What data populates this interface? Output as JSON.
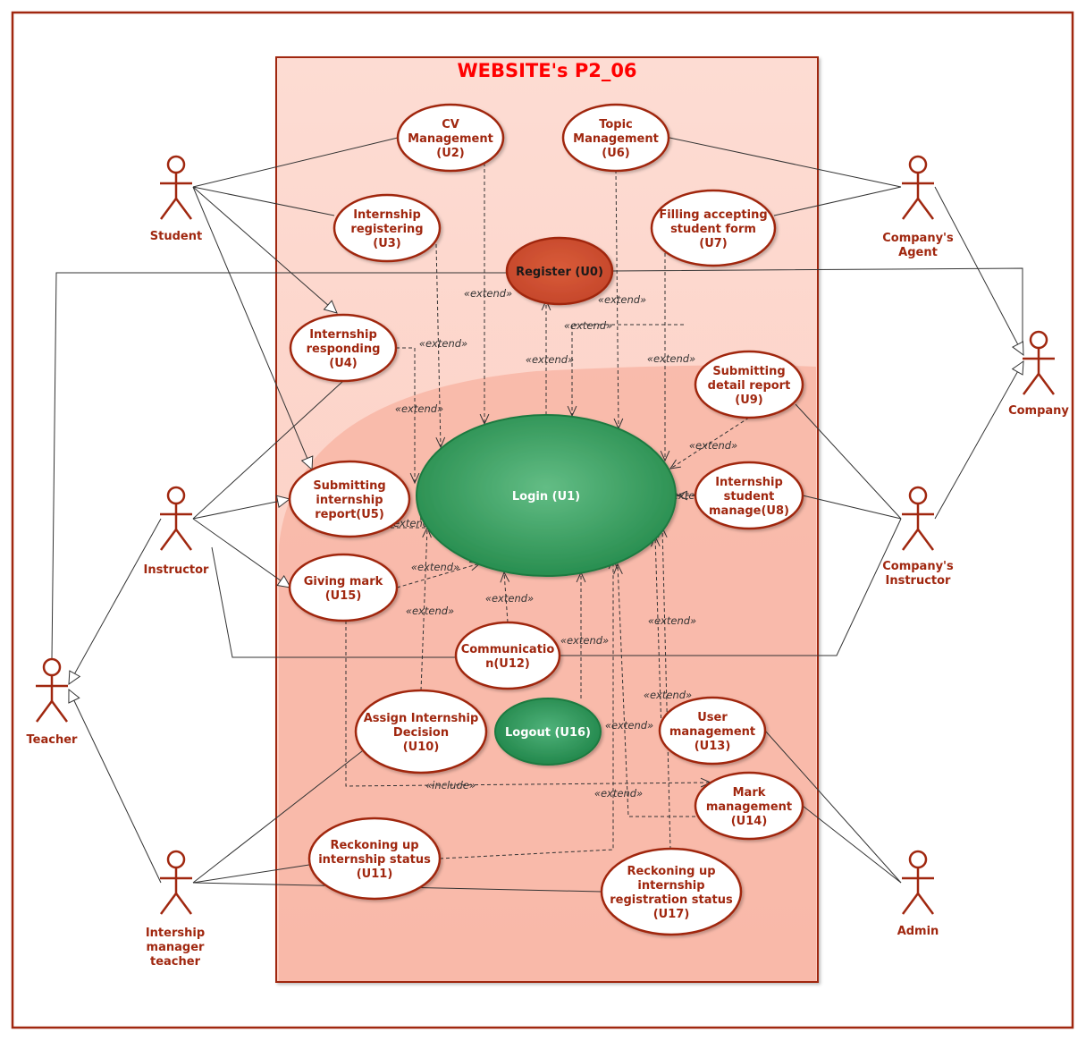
{
  "colors": {
    "frame": "#a0270f",
    "system_fill": "#fbd8d0",
    "system_fill_lower": "#f8b6a6",
    "usecase_fill": "#ffffff",
    "usecase_stroke": "#a0270f",
    "register_fill": "#d2502f",
    "login_fill": "#2e9a5a",
    "logout_fill": "#2e9a5a",
    "title": "#ff0000",
    "actor": "#a0270f"
  },
  "system": {
    "title": "WEBSITE's P2_06"
  },
  "actors": [
    {
      "id": "student",
      "lines": [
        "Student"
      ],
      "icon": "stick-figure-icon"
    },
    {
      "id": "instructor",
      "lines": [
        "Instructor"
      ],
      "icon": "stick-figure-icon"
    },
    {
      "id": "teacher",
      "lines": [
        "Teacher"
      ],
      "icon": "stick-figure-icon"
    },
    {
      "id": "manager",
      "lines": [
        "Intership",
        "manager",
        "teacher"
      ],
      "icon": "stick-figure-icon"
    },
    {
      "id": "agent",
      "lines": [
        "Company's",
        "Agent"
      ],
      "icon": "stick-figure-icon"
    },
    {
      "id": "company",
      "lines": [
        "Company"
      ],
      "icon": "stick-figure-icon"
    },
    {
      "id": "cinstructor",
      "lines": [
        "Company's",
        "Instructor"
      ],
      "icon": "stick-figure-icon"
    },
    {
      "id": "admin",
      "lines": [
        "Admin"
      ],
      "icon": "stick-figure-icon"
    }
  ],
  "use_cases": [
    {
      "id": "u0",
      "lines": [
        "Register (U0)"
      ],
      "style": "register"
    },
    {
      "id": "u1",
      "lines": [
        "Login (U1)"
      ],
      "style": "login"
    },
    {
      "id": "u2",
      "lines": [
        "CV",
        "Management",
        "(U2)"
      ],
      "style": "normal"
    },
    {
      "id": "u3",
      "lines": [
        "Internship",
        "registering",
        "(U3)"
      ],
      "style": "normal"
    },
    {
      "id": "u4",
      "lines": [
        "Internship",
        "responding",
        "(U4)"
      ],
      "style": "normal"
    },
    {
      "id": "u5",
      "lines": [
        "Submitting",
        "internship",
        "report(U5)"
      ],
      "style": "normal"
    },
    {
      "id": "u6",
      "lines": [
        "Topic",
        "Management",
        "(U6)"
      ],
      "style": "normal"
    },
    {
      "id": "u7",
      "lines": [
        "Filling accepting",
        "student form",
        "(U7)"
      ],
      "style": "normal"
    },
    {
      "id": "u8",
      "lines": [
        "Internship",
        "student",
        "manage(U8)"
      ],
      "style": "normal"
    },
    {
      "id": "u9",
      "lines": [
        "Submitting",
        "detail report",
        "(U9)"
      ],
      "style": "normal"
    },
    {
      "id": "u10",
      "lines": [
        "Assign Internship",
        "Decision",
        "(U10)"
      ],
      "style": "normal"
    },
    {
      "id": "u11",
      "lines": [
        "Reckoning up",
        "internship status",
        "(U11)"
      ],
      "style": "normal"
    },
    {
      "id": "u12",
      "lines": [
        "Communicatio",
        "n(U12)"
      ],
      "style": "normal"
    },
    {
      "id": "u13",
      "lines": [
        "User",
        "management",
        "(U13)"
      ],
      "style": "normal"
    },
    {
      "id": "u14",
      "lines": [
        "Mark",
        "management",
        "(U14)"
      ],
      "style": "normal"
    },
    {
      "id": "u15",
      "lines": [
        "Giving mark",
        "(U15)"
      ],
      "style": "normal"
    },
    {
      "id": "u16",
      "lines": [
        "Logout (U16)"
      ],
      "style": "logout"
    },
    {
      "id": "u17",
      "lines": [
        "Reckoning up",
        "internship",
        "registration status",
        "(U17)"
      ],
      "style": "normal"
    }
  ],
  "relations": [
    {
      "type": "association",
      "from": "student",
      "to": "u2"
    },
    {
      "type": "association",
      "from": "student",
      "to": "u3"
    },
    {
      "type": "association",
      "from": "student",
      "to": "u4"
    },
    {
      "type": "association",
      "from": "student",
      "to": "u5"
    },
    {
      "type": "association",
      "from": "instructor",
      "to": "u4"
    },
    {
      "type": "association",
      "from": "instructor",
      "to": "u5"
    },
    {
      "type": "association",
      "from": "instructor",
      "to": "u15"
    },
    {
      "type": "association",
      "from": "instructor",
      "to": "u12"
    },
    {
      "type": "association",
      "from": "agent",
      "to": "u6"
    },
    {
      "type": "association",
      "from": "agent",
      "to": "u7"
    },
    {
      "type": "association",
      "from": "cinstructor",
      "to": "u8"
    },
    {
      "type": "association",
      "from": "cinstructor",
      "to": "u9"
    },
    {
      "type": "association",
      "from": "cinstructor",
      "to": "u12"
    },
    {
      "type": "association",
      "from": "manager",
      "to": "u10"
    },
    {
      "type": "association",
      "from": "manager",
      "to": "u11"
    },
    {
      "type": "association",
      "from": "manager",
      "to": "u17"
    },
    {
      "type": "association",
      "from": "admin",
      "to": "u13"
    },
    {
      "type": "association",
      "from": "admin",
      "to": "u14"
    },
    {
      "type": "association",
      "from": "teacher",
      "to": "u0"
    },
    {
      "type": "association",
      "from": "company",
      "to": "u0"
    },
    {
      "type": "generalization",
      "from": "instructor",
      "to": "teacher"
    },
    {
      "type": "generalization",
      "from": "manager",
      "to": "teacher"
    },
    {
      "type": "generalization",
      "from": "agent",
      "to": "company"
    },
    {
      "type": "generalization",
      "from": "cinstructor",
      "to": "company"
    },
    {
      "type": "extend",
      "from": "u1",
      "to": "u0",
      "label": "«extend»"
    },
    {
      "type": "extend",
      "from": "u2",
      "to": "u1",
      "label": "«extend»"
    },
    {
      "type": "extend",
      "from": "u3",
      "to": "u1",
      "label": "«extend»"
    },
    {
      "type": "extend",
      "from": "u4",
      "to": "u1",
      "label": "«extend»"
    },
    {
      "type": "extend",
      "from": "u5",
      "to": "u1",
      "label": "«extend»"
    },
    {
      "type": "extend",
      "from": "u6",
      "to": "u1",
      "label": "«extend»"
    },
    {
      "type": "extend",
      "from": "u7",
      "to": "u1",
      "label": "«extend»"
    },
    {
      "type": "extend",
      "from": "u7",
      "to": "u1",
      "label": "«extend»"
    },
    {
      "type": "extend",
      "from": "u8",
      "to": "u1",
      "label": "«extend»"
    },
    {
      "type": "extend",
      "from": "u9",
      "to": "u1",
      "label": "«extend»"
    },
    {
      "type": "extend",
      "from": "u10",
      "to": "u1",
      "label": "«extend»"
    },
    {
      "type": "extend",
      "from": "u11",
      "to": "u1",
      "label": "«extend»"
    },
    {
      "type": "extend",
      "from": "u12",
      "to": "u1",
      "label": "«extend»"
    },
    {
      "type": "extend",
      "from": "u13",
      "to": "u1",
      "label": "«extend»"
    },
    {
      "type": "extend",
      "from": "u14",
      "to": "u1",
      "label": "«extend»"
    },
    {
      "type": "extend",
      "from": "u15",
      "to": "u1",
      "label": "«extend»"
    },
    {
      "type": "extend",
      "from": "u16",
      "to": "u1",
      "label": "«extend»"
    },
    {
      "type": "extend",
      "from": "u17",
      "to": "u1",
      "label": "«extend»"
    },
    {
      "type": "include",
      "from": "u15",
      "to": "u14",
      "label": "«include»"
    }
  ]
}
